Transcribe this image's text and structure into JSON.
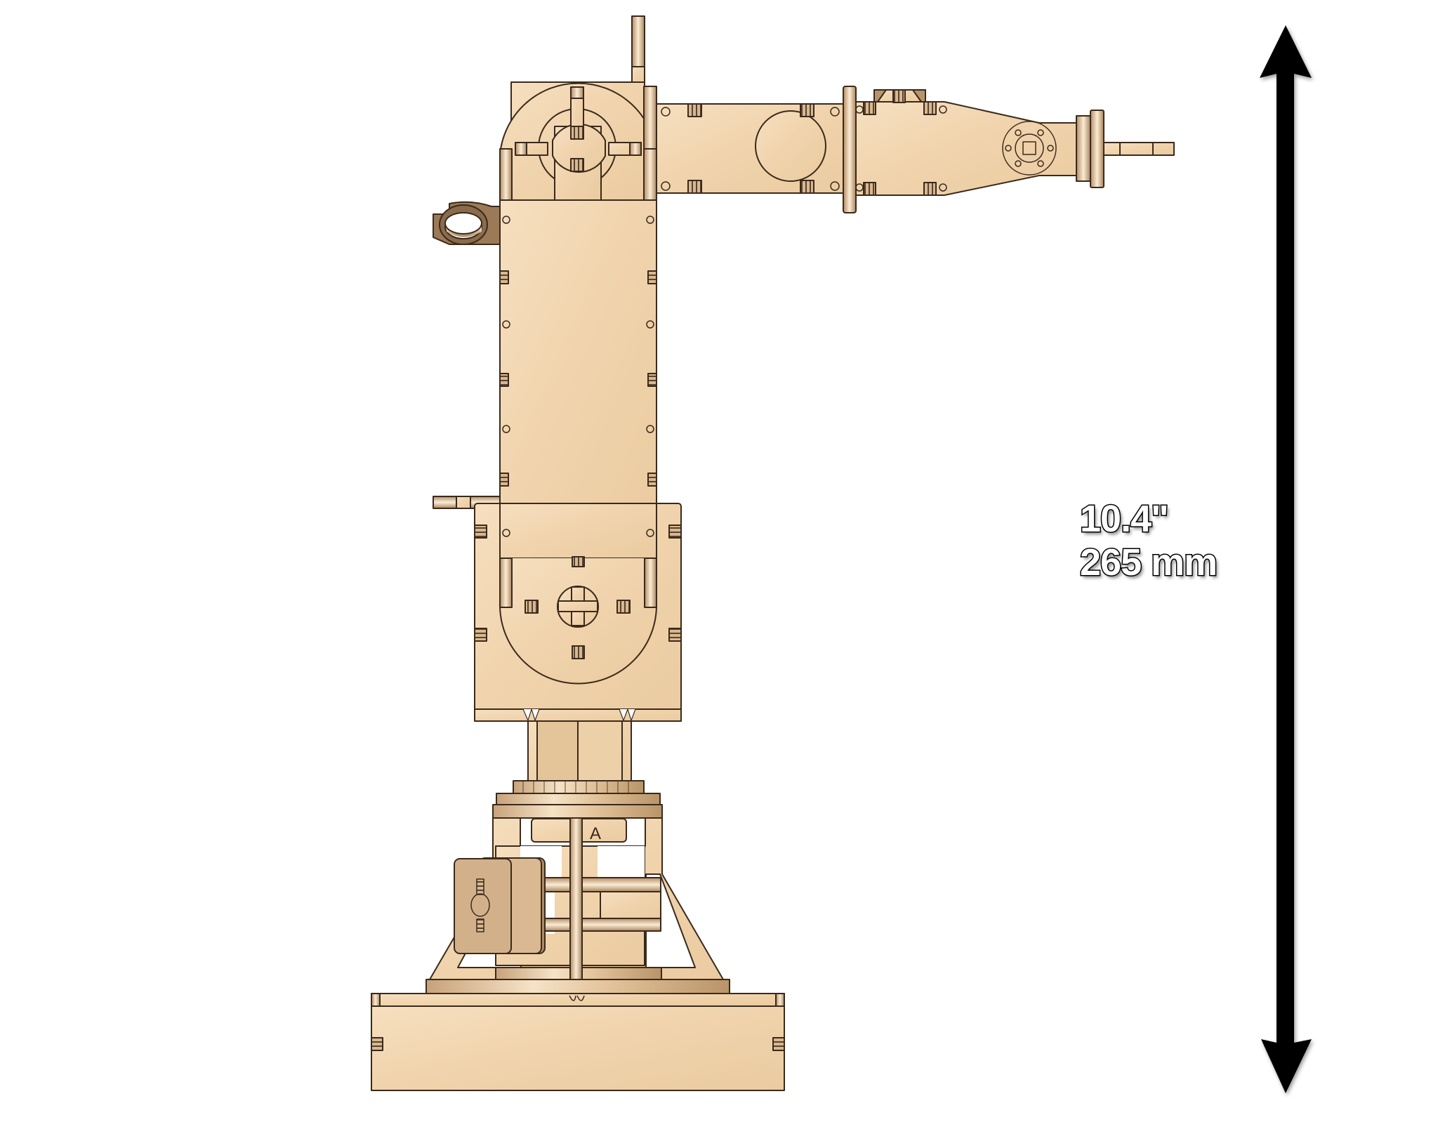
{
  "figure": {
    "subject": "laser-cut wooden robotic arm, side elevation",
    "part_marking": "A",
    "colors": {
      "wood_light": "#f3d9b5",
      "wood_mid": "#e9c79c",
      "wood_dark": "#c9a47a",
      "wood_shadow": "#9b7a58",
      "outline": "#3a2a1c",
      "arrow": "#000000",
      "background": "#ffffff"
    }
  },
  "dimension": {
    "imperial": "10.4\"",
    "metric": "265 mm",
    "orientation": "vertical",
    "arrow": "double-headed-arrow"
  }
}
